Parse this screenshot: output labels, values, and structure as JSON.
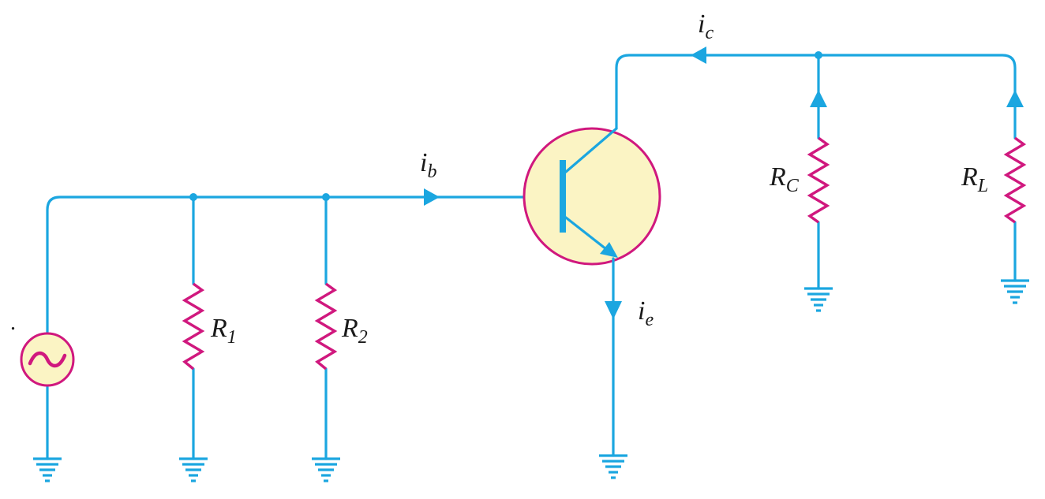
{
  "labels": {
    "ib_main": "i",
    "ib_sub": "b",
    "ic_main": "i",
    "ic_sub": "c",
    "ie_main": "i",
    "ie_sub": "e",
    "r1_main": "R",
    "r1_sub": "1",
    "r2_main": "R",
    "r2_sub": "2",
    "rc_main": "R",
    "rc_sub": "C",
    "rl_main": "R",
    "rl_sub": "L",
    "stray_dot": "."
  },
  "colors": {
    "wire": "#1ba6e0",
    "resistor": "#d0187e",
    "transistor_fill": "#fbf4c4",
    "transistor_stroke": "#d0187e",
    "source_fill": "#fbf4c4",
    "text": "#1a1a1a"
  }
}
